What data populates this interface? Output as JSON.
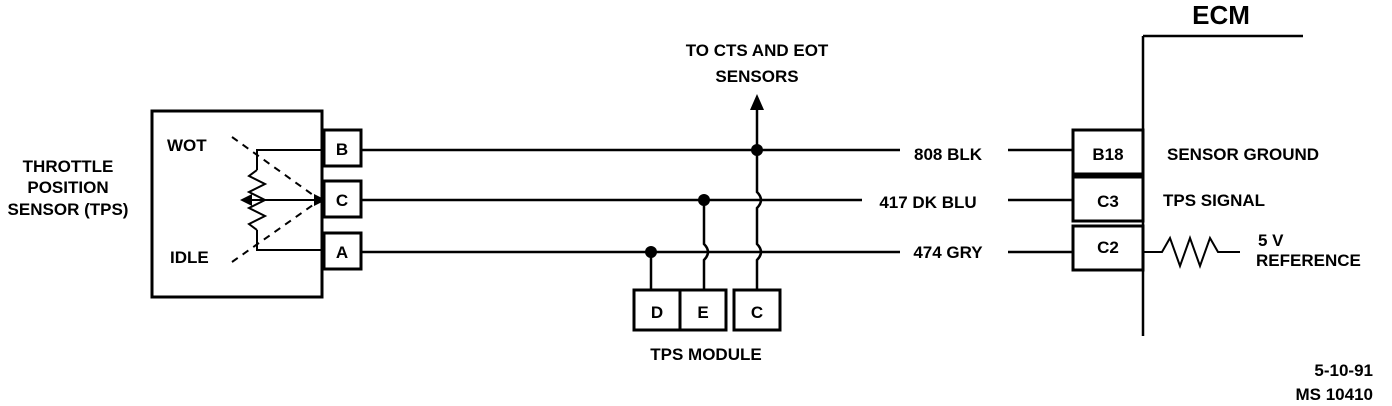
{
  "ecm": {
    "title": "ECM"
  },
  "tps_sensor": {
    "label_lines": [
      "THROTTLE",
      "POSITION",
      "SENSOR (TPS)"
    ],
    "wot_label": "WOT",
    "idle_label": "IDLE",
    "pins": [
      "B",
      "C",
      "A"
    ]
  },
  "wires": [
    {
      "label": "808 BLK",
      "ecm_pin": "B18",
      "ecm_function": "SENSOR GROUND"
    },
    {
      "label": "417 DK BLU",
      "ecm_pin": "C3",
      "ecm_function": "TPS SIGNAL"
    },
    {
      "label": "474 GRY",
      "ecm_pin": "C2",
      "ecm_function_lines": [
        "5 V",
        "REFERENCE"
      ]
    }
  ],
  "branch": {
    "label_lines": [
      "TO CTS  AND EOT",
      "SENSORS"
    ]
  },
  "tps_module": {
    "label": "TPS MODULE",
    "pins": [
      "D",
      "E",
      "C"
    ]
  },
  "footer": {
    "date": "5-10-91",
    "ref": "MS 10410"
  }
}
